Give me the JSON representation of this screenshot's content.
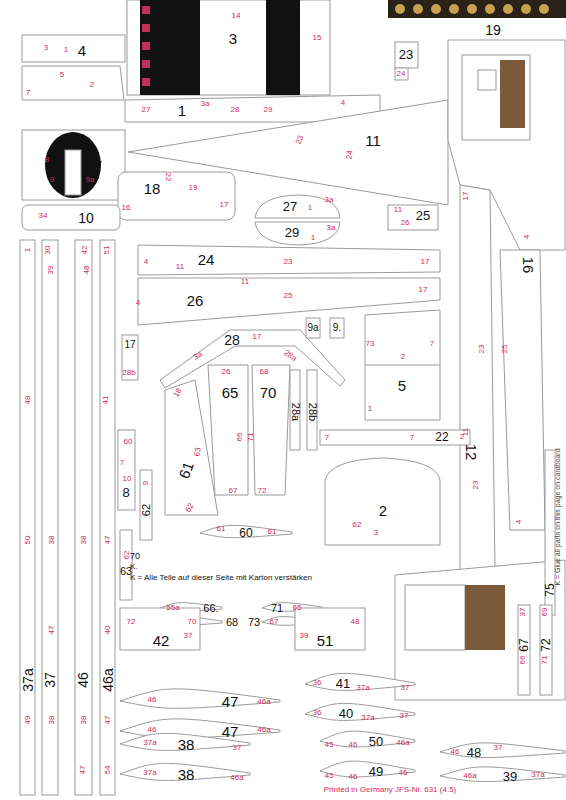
{
  "diagram": {
    "labels": [
      "4",
      "3",
      "19",
      "23",
      "1",
      "7",
      "11",
      "18",
      "27",
      "29",
      "25",
      "10",
      "24",
      "16",
      "26",
      "28",
      "17",
      "5",
      "22",
      "12",
      "65",
      "70",
      "28a",
      "28b",
      "8",
      "61",
      "62",
      "60",
      "2",
      "63",
      "9a",
      "9.",
      "66.",
      "71",
      "68",
      "73",
      "42",
      "51",
      "67",
      "72",
      "75",
      "37a",
      "37",
      "46",
      "46a",
      "47",
      "47",
      "41",
      "40",
      "38",
      "38",
      "50",
      "49",
      "48",
      "39",
      "3",
      "1",
      "5",
      "2",
      "7",
      "14",
      "15",
      "24",
      "27",
      "3a",
      "28",
      "29",
      "4",
      "8",
      "9",
      "9a",
      "23",
      "24",
      "22",
      "19",
      "16",
      "17",
      "34",
      "3a",
      "1",
      "3a",
      "1",
      "11",
      "26",
      "4",
      "11",
      "23",
      "17",
      "4",
      "11",
      "25",
      "17",
      "17",
      "4",
      "23",
      "25",
      "11",
      "23",
      "4",
      "17",
      "3a",
      "28a",
      "28b",
      "26",
      "66",
      "67",
      "68",
      "71",
      "72",
      "73",
      "7",
      "2",
      "1",
      "7",
      "7",
      "2",
      "18",
      "63",
      "62",
      "60",
      "7",
      "10",
      "9",
      "61",
      "61",
      "62",
      "62",
      "3",
      "1",
      "30",
      "39",
      "42",
      "48",
      "51",
      "48",
      "41",
      "50",
      "38",
      "38",
      "47",
      "47",
      "40",
      "49",
      "38",
      "38",
      "47",
      "47",
      "54",
      "55a",
      "65",
      "70",
      "67",
      "72",
      "37",
      "39",
      "48",
      "46",
      "46a",
      "46",
      "46a",
      "46",
      "37",
      "36",
      "37a",
      "37",
      "36",
      "37a",
      "37",
      "37a",
      "37",
      "37a",
      "46a",
      "45",
      "46",
      "46a",
      "45",
      "46",
      "46",
      "46a",
      "37a",
      "37",
      "66",
      "69",
      "71",
      "70",
      "K.",
      "K = Alle Teile auf dieser Seite mit Karton verstärken",
      "K = Glue all parts on this page  on cardboard",
      "Printed in Germany JFS-Nr. 631 (4.5)"
    ]
  }
}
